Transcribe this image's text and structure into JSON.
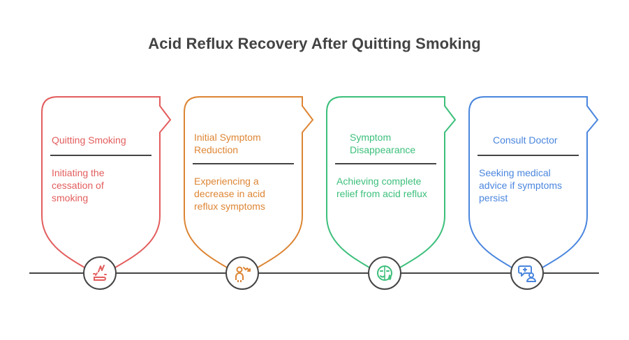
{
  "title": "Acid Reflux Recovery After Quitting Smoking",
  "steps": [
    {
      "title": "Quitting Smoking",
      "description": "Initiating the cessation of smoking",
      "icon": "smoking-cessation-icon",
      "color": "#E35D5D"
    },
    {
      "title": "Initial Symptom Reduction",
      "description": "Experiencing a decrease in acid reflux symptoms",
      "icon": "person-decrease-icon",
      "color": "#DD8534"
    },
    {
      "title": "Symptom Disappearance",
      "description": "Achieving complete relief from acid reflux",
      "icon": "relief-face-icon",
      "color": "#3CBF7B"
    },
    {
      "title": "Consult Doctor",
      "description": "Seeking medical advice if symptoms persist",
      "icon": "doctor-consult-icon",
      "color": "#4A86DE"
    }
  ],
  "timeline_color": "#444444"
}
